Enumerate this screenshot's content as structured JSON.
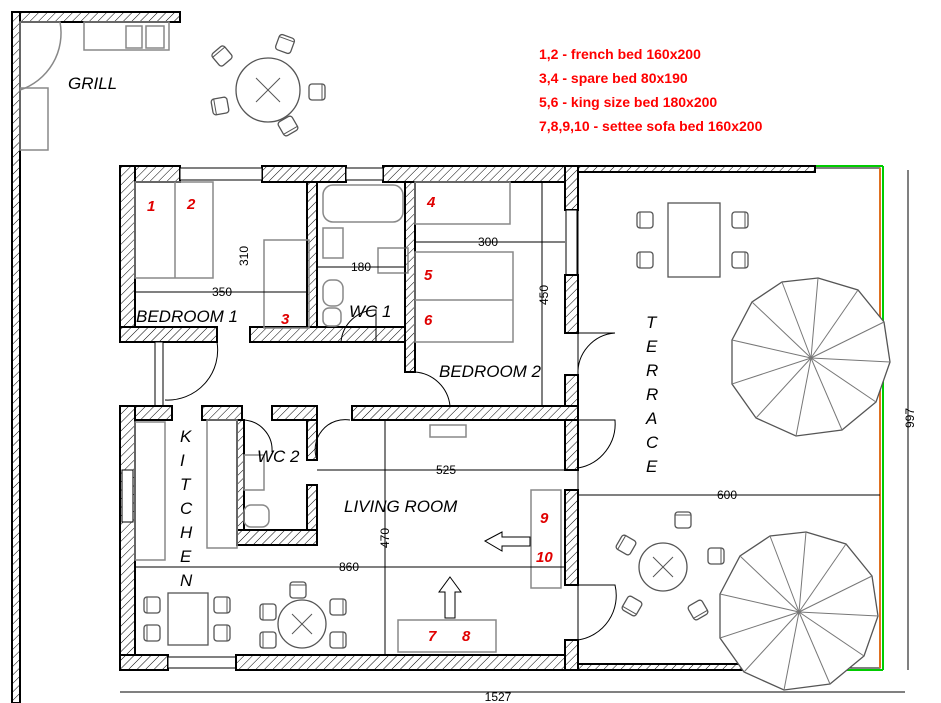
{
  "legend": [
    "1,2 - french bed  160x200",
    "3,4 - spare bed 80x190",
    "5,6 - king size bed 180x200",
    "7,8,9,10  - settee sofa bed 160x200"
  ],
  "rooms": {
    "grill": "GRILL",
    "bedroom1": "BEDROOM 1",
    "wc1": "WC 1",
    "bedroom2": "BEDROOM 2",
    "wc2": "WC 2",
    "living": "LIVING ROOM",
    "kitchen": [
      "K",
      "I",
      "T",
      "C",
      "H",
      "E",
      "N"
    ],
    "terrace": [
      "T",
      "E",
      "R",
      "R",
      "A",
      "C",
      "E"
    ]
  },
  "beds": [
    "1",
    "2",
    "3",
    "4",
    "5",
    "6",
    "7",
    "8",
    "9",
    "10"
  ],
  "dimensions": {
    "d310": "310",
    "d350": "350",
    "d180": "180",
    "d300": "300",
    "d450": "450",
    "d525": "525",
    "d600": "600",
    "d470": "470",
    "d860": "860",
    "d997": "997",
    "d1527": "1527"
  },
  "colors": {
    "numbers": "#e00000",
    "terrace_edge": "#00cc00",
    "terrace_inner": "#e07020"
  }
}
